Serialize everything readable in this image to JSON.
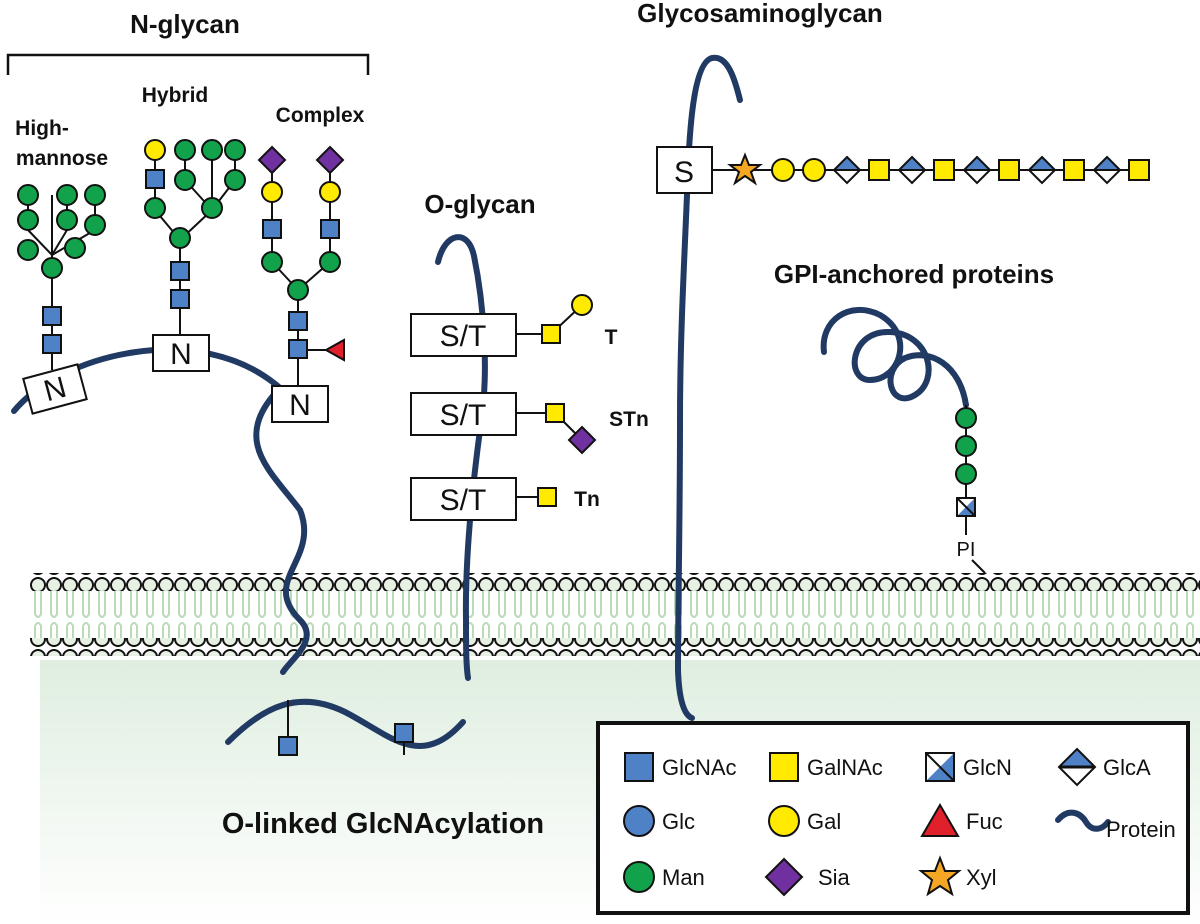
{
  "colors": {
    "glcnac": "#4f81c7",
    "glc": "#4f81c7",
    "man": "#12a24b",
    "galnac": "#ffea00",
    "gal": "#ffea00",
    "sia": "#7030a0",
    "glcn": "#4f81c7",
    "fuc": "#e0202a",
    "xyl": "#f5a623",
    "glca": "#4f81c7",
    "protein": "#213a64",
    "membrane_head": "#e6f1e4",
    "membrane_tail": "#b9dbb7",
    "cytoplasm_top": "#dfeee0"
  },
  "labels": {
    "n_glycan": "N-glycan",
    "hybrid": "Hybrid",
    "high_mannose_1": "High-",
    "high_mannose_2": "mannose",
    "complex": "Complex",
    "o_glycan": "O-glycan",
    "glycosaminoglycan": "Glycosaminoglycan",
    "gpi": "GPI-anchored proteins",
    "o_glcnac": "O-linked GlcNAcylation",
    "t": "T",
    "stn": "STn",
    "tn": "Tn",
    "pi": "PI",
    "n1": "N",
    "n2": "N",
    "n3": "N",
    "st1": "S/T",
    "st2": "S/T",
    "st3": "S/T",
    "s": "S"
  },
  "legend": {
    "items": [
      {
        "label": "GlcNAc",
        "icon": "blue-square-icon"
      },
      {
        "label": "GalNAc",
        "icon": "yellow-square-icon"
      },
      {
        "label": "GlcN",
        "icon": "half-blue-square-icon"
      },
      {
        "label": "GlcA",
        "icon": "half-blue-diamond-icon"
      },
      {
        "label": "Glc",
        "icon": "blue-circle-icon"
      },
      {
        "label": "Gal",
        "icon": "yellow-circle-icon"
      },
      {
        "label": "Fuc",
        "icon": "red-triangle-icon"
      },
      {
        "label": "Protein",
        "icon": "protein-wave-icon"
      },
      {
        "label": "Man",
        "icon": "green-circle-icon"
      },
      {
        "label": "Sia",
        "icon": "purple-diamond-icon"
      },
      {
        "label": "Xyl",
        "icon": "orange-star-icon"
      }
    ]
  }
}
